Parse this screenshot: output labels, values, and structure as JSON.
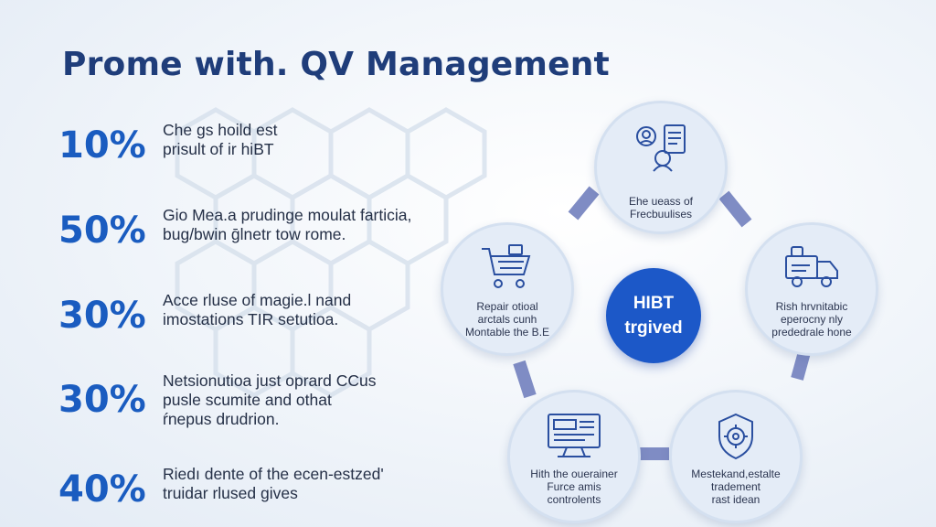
{
  "title": "Prome with. QV Management",
  "stats": [
    {
      "value": "10%",
      "lines": [
        "Che ɡs hoild est",
        "prisult of ir hiBT"
      ]
    },
    {
      "value": "50%",
      "lines": [
        "Gio Mea.a prudinge moulat farticia,",
        "bug/bwin ḡlnetr tow rome."
      ]
    },
    {
      "value": "30%",
      "lines": [
        "Acce rluse of magie.l nand",
        "imostations TIR setutioa."
      ]
    },
    {
      "value": "30%",
      "lines": [
        "Netsionutioa just oprard CCus",
        "pusle scumite and othat",
        "ŕnepus drudrion."
      ]
    },
    {
      "value": "40%",
      "lines": [
        "Riedı dente of the ecen-estzed'",
        "truidar rlused gives"
      ]
    }
  ],
  "center": {
    "line1": "HIBT",
    "line2": "trgived"
  },
  "nodes": [
    {
      "icon": "people-document-icon",
      "lines": [
        "Ehe ueass of",
        "Frecbuulises"
      ]
    },
    {
      "icon": "truck-icon",
      "lines": [
        "Rish hrvnitabic",
        "eperocny nly",
        "prededrale hone"
      ]
    },
    {
      "icon": "shield-gear-icon",
      "lines": [
        "Mestekand,estalte",
        "tradement",
        "rast idean"
      ]
    },
    {
      "icon": "monitor-dashboard-icon",
      "lines": [
        "Hith the ouerainer",
        "Furce amis",
        "controlents"
      ]
    },
    {
      "icon": "shopping-cart-icon",
      "lines": [
        "Repair otioal",
        "arctals cunh",
        "Montable the B.E"
      ]
    }
  ],
  "colors": {
    "title": "#1f3d7a",
    "percent": "#1a5cc0",
    "center_fill": "#1c58c8",
    "node_fill": "#e4ecf7",
    "connector": "#7f8cc4"
  }
}
